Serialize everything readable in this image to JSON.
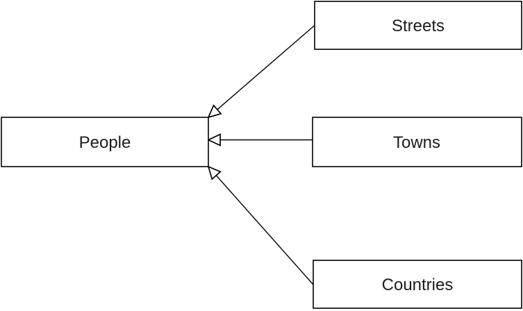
{
  "diagram": {
    "type": "uml-generalization-diagram",
    "background_color": "#ffffff",
    "stroke_color": "#000000",
    "text_color": "#1c1c1c",
    "node_fill_color": "#ffffff",
    "nodes": {
      "people": {
        "label": "People"
      },
      "streets": {
        "label": "Streets"
      },
      "towns": {
        "label": "Towns"
      },
      "countries": {
        "label": "Countries"
      }
    },
    "edges": [
      {
        "from": "Streets",
        "to": "People",
        "arrowhead": "hollow-triangle",
        "arrowhead_at": "People"
      },
      {
        "from": "Towns",
        "to": "People",
        "arrowhead": "hollow-triangle",
        "arrowhead_at": "People"
      },
      {
        "from": "Countries",
        "to": "People",
        "arrowhead": "hollow-triangle",
        "arrowhead_at": "People"
      }
    ]
  }
}
